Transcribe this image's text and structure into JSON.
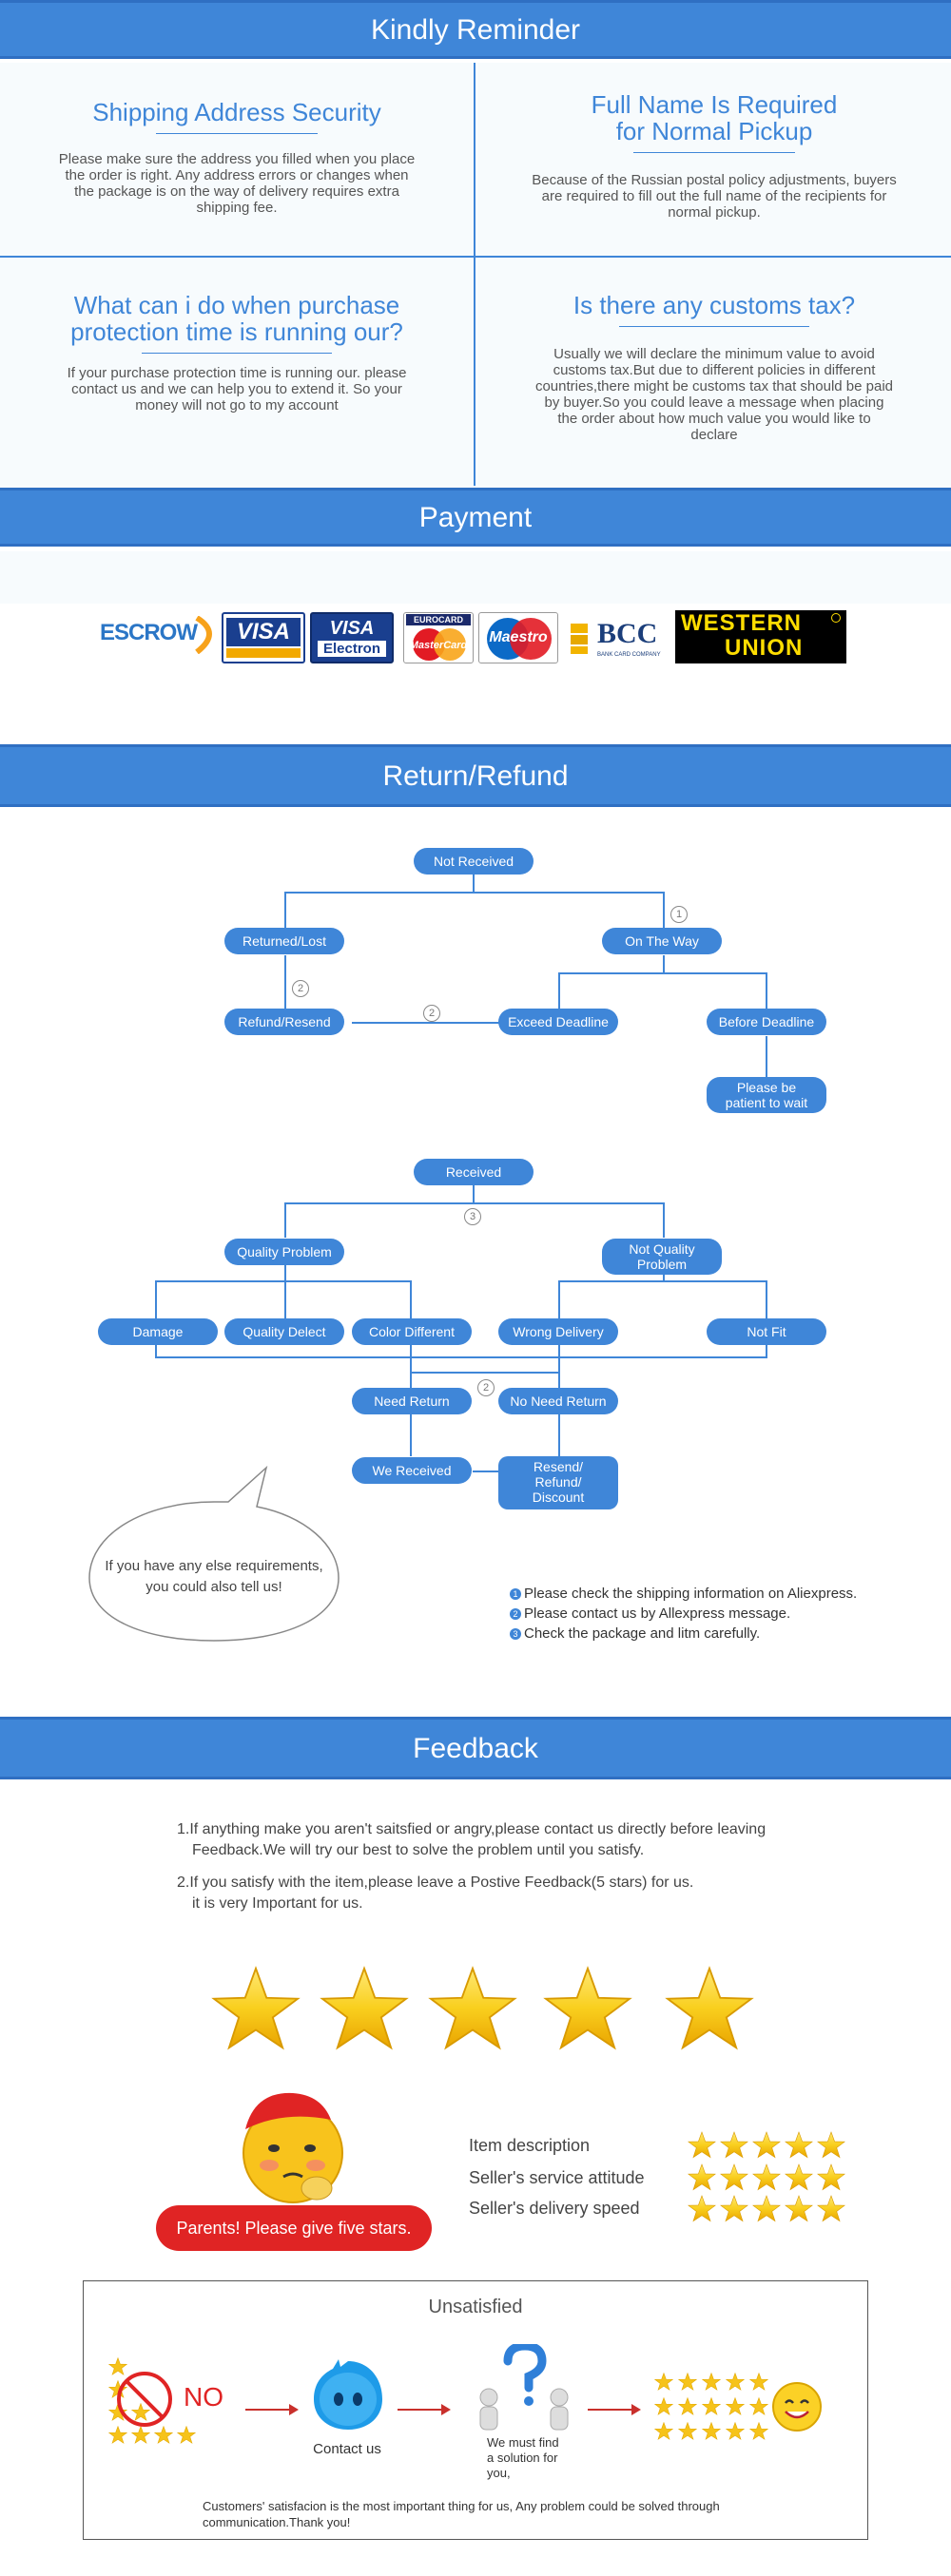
{
  "reminder": {
    "title": "Kindly Reminder",
    "cells": [
      {
        "title_lines": [
          "Shipping Address Security"
        ],
        "body": "Please make sure the address you filled when you place the order is right. Any address errors or changes when the package is on the way of delivery requires extra shipping fee."
      },
      {
        "title_lines": [
          "Full Name Is Required",
          "for Normal Pickup"
        ],
        "body": "Because of the Russian postal policy adjustments, buyers are required to fill out the full name of the recipients for normal pickup."
      },
      {
        "title_lines": [
          "What can i do when purchase",
          "protection time is running our?"
        ],
        "body": "If your purchase protection time is running our. please contact us and we can help you to extend it. So your money will not go to my account"
      },
      {
        "title_lines": [
          "Is there any customs tax?"
        ],
        "body": "Usually we will declare the minimum value to avoid customs tax.But due to different policies in different countries,there might be customs tax that should be paid by buyer.So you could leave a message when placing the order about how much value you would like to declare"
      }
    ]
  },
  "payment": {
    "title": "Payment",
    "logos": {
      "escrow": "ESCROW",
      "visa": "VISA",
      "visa_electron_top": "VISA",
      "visa_electron_bottom": "Electron",
      "eurocard": "EUROCARD",
      "mastercard": "MasterCard",
      "maestro": "Maestro",
      "bcc": "BCC",
      "bcc_sub": "BANK CARD COMPANY",
      "western": "WESTERN",
      "union": "UNION"
    }
  },
  "refund": {
    "title": "Return/Refund",
    "nodes": {
      "not_received": "Not Received",
      "returned_lost": "Returned/Lost",
      "on_the_way": "On The Way",
      "refund_resend": "Refund/Resend",
      "exceed_deadline": "Exceed Deadline",
      "before_deadline": "Before Deadline",
      "be_patient_1": "Please be",
      "be_patient_2": "patient to wait",
      "received": "Received",
      "quality_problem": "Quality Problem",
      "not_quality_1": "Not Quality",
      "not_quality_2": "Problem",
      "damage": "Damage",
      "quality_defect": "Quality Delect",
      "color_different": "Color Different",
      "wrong_delivery": "Wrong Delivery",
      "not_fit": "Not Fit",
      "need_return": "Need Return",
      "no_need_return": "No Need Return",
      "we_received": "We Received",
      "resend_1": "Resend/",
      "resend_2": "Refund/",
      "resend_3": "Discount"
    },
    "markers": {
      "one": "1",
      "two": "2",
      "three": "3"
    },
    "bubble_1": "If you have any else requirements,",
    "bubble_2": "you could also tell us!",
    "notes": [
      {
        "n": "1",
        "text": "Please check the shipping information on Aliexpress."
      },
      {
        "n": "2",
        "text": "Please contact us by Allexpress message."
      },
      {
        "n": "3",
        "text": "Check the package and litm carefully."
      }
    ]
  },
  "feedback": {
    "title": "Feedback",
    "line1a": "1.If anything make you aren't saitsfied or angry,please contact us directly before leaving",
    "line1b": "Feedback.We will try our best to solve the problem until you satisfy.",
    "line2a": "2.If you satisfy with the item,please leave a Postive Feedback(5 stars) for us.",
    "line2b": "it is very Important for us.",
    "banner": "Parents! Please give five stars.",
    "ratings": [
      "Item description",
      "Seller's service attitude",
      "Seller's delivery speed"
    ],
    "unsatisfied": {
      "title": "Unsatisfied",
      "no": "NO",
      "contact": "Contact us",
      "solution_1": "We must find",
      "solution_2": "a solution for",
      "solution_3": "you,",
      "footer_1": "Customers' satisfacion is the most important thing for us, Any problem could be solved through",
      "footer_2": "communication.Thank you!"
    }
  },
  "colors": {
    "accent": "#3f86d8",
    "cell_bg": "#f7fbfd",
    "star": "#f6c31a",
    "banner": "#e02424"
  }
}
